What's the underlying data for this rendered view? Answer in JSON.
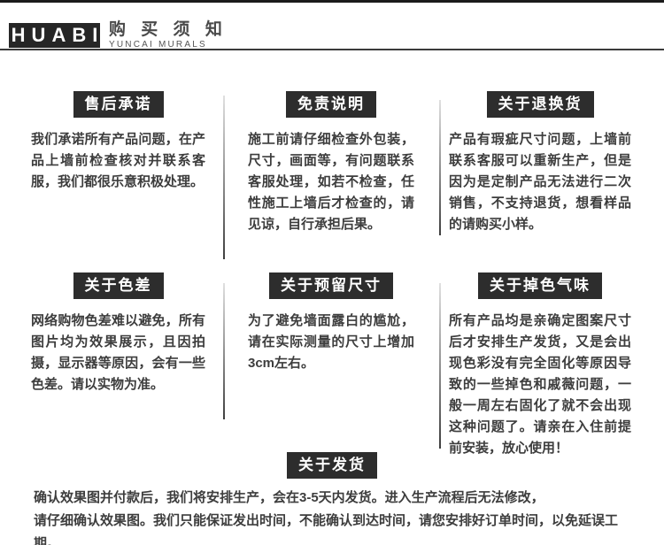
{
  "header": {
    "logo": "HUABI",
    "title": "购 买 须 知",
    "subtitle": "YUNCAI MURALS"
  },
  "sections": [
    {
      "badge": "售后承诺",
      "text": "我们承诺所有产品问题，在产品上墙前检查核对并联系客服，我们都很乐意积极处理。"
    },
    {
      "badge": "免责说明",
      "text": "施工前请仔细检查外包装，尺寸，画面等，有问题联系客服处理，如若不检查，任性施工上墙后才检查的，请见谅，自行承担后果。"
    },
    {
      "badge": "关于退换货",
      "text": "产品有瑕疵尺寸问题，上墙前联系客服可以重新生产，但是因为是定制产品无法进行二次销售，不支持退货，想看样品的请购买小样。"
    },
    {
      "badge": "关于色差",
      "text": "网络购物色差难以避免，所有图片均为效果展示，且因拍摄，显示器等原因，会有一些色差。请以实物为准。"
    },
    {
      "badge": "关于预留尺寸",
      "text": "为了避免墙面露白的尴尬，请在实际测量的尺寸上增加3cm左右。"
    },
    {
      "badge": "关于掉色气味",
      "text": "所有产品均是亲确定图案尺寸后才安排生产发货，又是会出现色彩没有完全固化等原因导致的一些掉色和戚薇问题，一般一周左右固化了就不会出现这种问题了。请亲在入住前提前安装，放心使用！"
    }
  ],
  "footer": {
    "badge": "关于发货",
    "line1": "确认效果图并付款后，我们将安排生产，会在3-5天内发货。进入生产流程后无法修改，",
    "line2": "请仔细确认效果图。我们只能保证发出时间，不能确认到达时间，请您安排好订单时间，以免延误工期。"
  },
  "colors": {
    "badge_background": "#2d2d2d",
    "badge_text": "#ffffff",
    "body_text": "#3d3d3d",
    "top_line": "#1b1b1b"
  }
}
